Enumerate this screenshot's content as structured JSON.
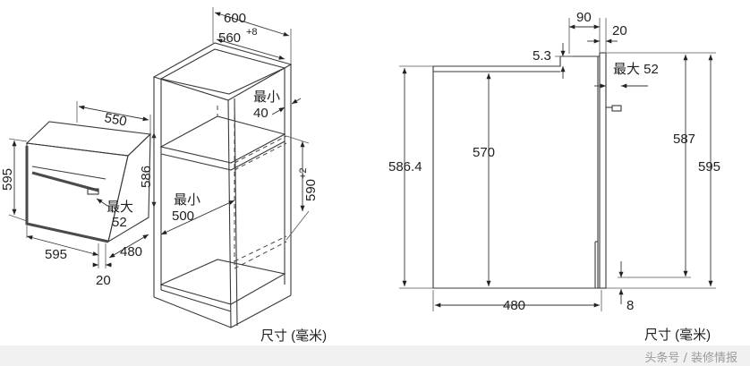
{
  "left_figure": {
    "oven_dims": {
      "depth": "550",
      "height": "595",
      "inner_height": "586",
      "width": "595",
      "cavity_depth": "480",
      "front_offset": "20",
      "handle_label_line1": "最大",
      "handle_label_line2": "52"
    },
    "cabinet_dims": {
      "outer_depth": "600",
      "inner_depth": "560",
      "inner_depth_tolerance": "+8",
      "min_gap_label_line1": "最小",
      "min_gap_value": "40",
      "niche_height": "590",
      "niche_height_tolerance": "+2",
      "min_width_label": "最小",
      "min_width_value": "500"
    },
    "caption": "尺寸 (毫米)"
  },
  "right_figure": {
    "top_offset": "90",
    "front_offset": "20",
    "step": "5.3",
    "handle_label": "最大 52",
    "body_height": "586.4",
    "inner_height": "570",
    "door_height": "587",
    "total_height": "595",
    "depth": "480",
    "foot": "8",
    "caption": "尺寸 (毫米)"
  },
  "watermark": "头条号 / 装修情报"
}
